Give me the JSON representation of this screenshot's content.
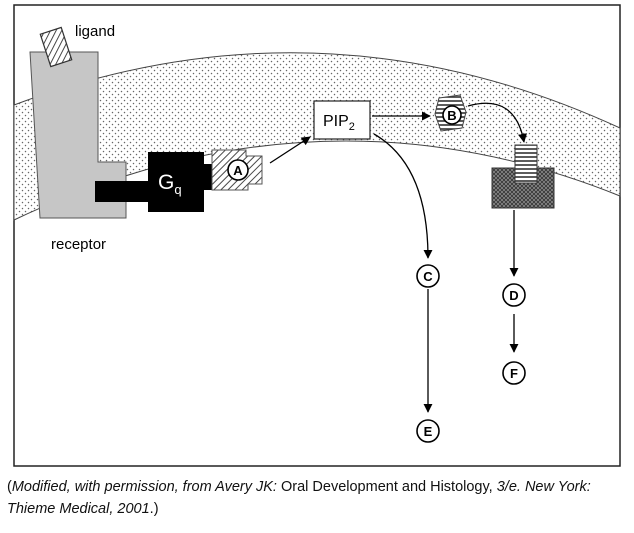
{
  "labels": {
    "ligand": "ligand",
    "receptor": "receptor",
    "gq_main": "G",
    "gq_sub": "q",
    "pip_main": "PIP",
    "pip_sub": "2"
  },
  "markers": {
    "a": "A",
    "b": "B",
    "c": "C",
    "d": "D",
    "e": "E",
    "f": "F"
  },
  "caption": {
    "open": "(",
    "italic1": "Modified, with permission, from Avery JK:",
    "plain1": " Oral Development and Histology, ",
    "italic2": "3/e. New York: Thieme Medical, 2001",
    "close": ".)"
  }
}
